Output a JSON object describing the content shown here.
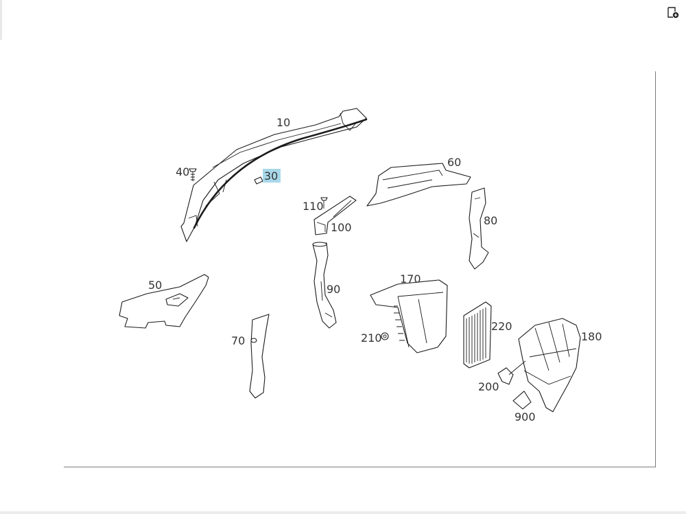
{
  "toolbar": {
    "icon": "add-to-document-icon"
  },
  "diagram": {
    "callouts": [
      {
        "id": "10",
        "label": "10"
      },
      {
        "id": "30",
        "label": "30",
        "highlighted": true
      },
      {
        "id": "40",
        "label": "40"
      },
      {
        "id": "50",
        "label": "50"
      },
      {
        "id": "60",
        "label": "60"
      },
      {
        "id": "70",
        "label": "70"
      },
      {
        "id": "80",
        "label": "80"
      },
      {
        "id": "90",
        "label": "90"
      },
      {
        "id": "100",
        "label": "100"
      },
      {
        "id": "110",
        "label": "110"
      },
      {
        "id": "170",
        "label": "170"
      },
      {
        "id": "180",
        "label": "180"
      },
      {
        "id": "200",
        "label": "200"
      },
      {
        "id": "210",
        "label": "210"
      },
      {
        "id": "220",
        "label": "220"
      },
      {
        "id": "900",
        "label": "900"
      }
    ],
    "colors": {
      "highlight": "#a8d8ea",
      "line": "#1a1a1a",
      "text": "#333333"
    }
  }
}
